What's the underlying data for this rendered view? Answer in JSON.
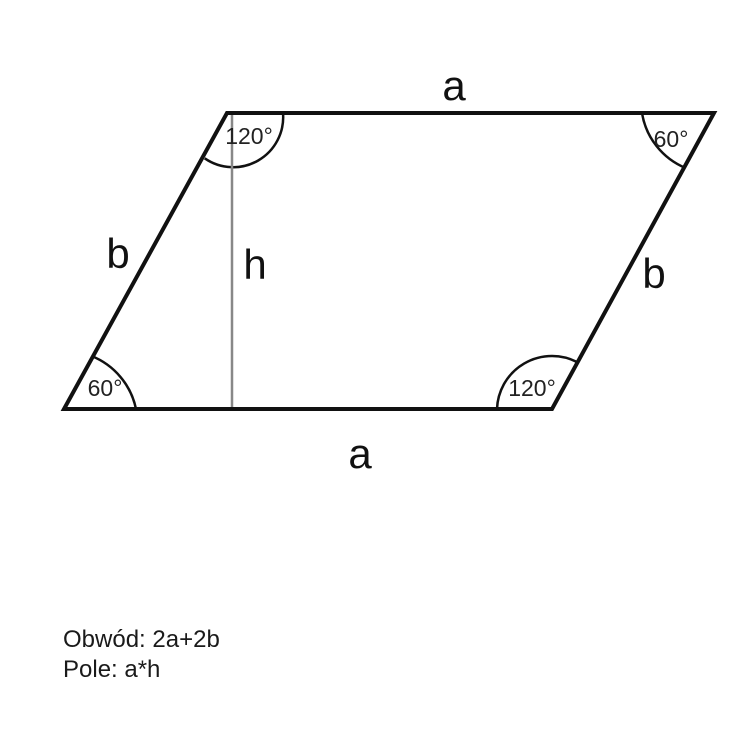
{
  "shape": {
    "side_top": "a",
    "side_bottom": "a",
    "side_left": "b",
    "side_right": "b",
    "height": "h",
    "angle_top_left": "120°",
    "angle_top_right": "60°",
    "angle_bottom_left": "60°",
    "angle_bottom_right": "120°"
  },
  "formulas": {
    "perimeter": "Obwód: 2a+2b",
    "area": "Pole: a*h"
  },
  "colors": {
    "outline": "#111111",
    "height_line": "#888888"
  }
}
